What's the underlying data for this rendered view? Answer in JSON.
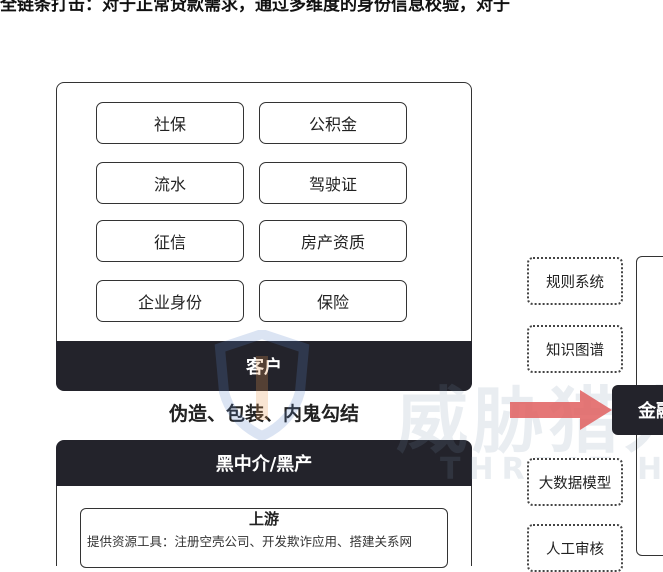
{
  "header": {
    "text": "全链条打击：对于正常贷款需求，通过多维度的身份信息校验，对于"
  },
  "materials": [
    {
      "label": "社保"
    },
    {
      "label": "公积金"
    },
    {
      "label": "流水"
    },
    {
      "label": "驾驶证"
    },
    {
      "label": "征信"
    },
    {
      "label": "房产资质"
    },
    {
      "label": "企业身份"
    },
    {
      "label": "保险"
    }
  ],
  "customer": {
    "label": "客户"
  },
  "fraud_label": "伪造、包装、内鬼勾结",
  "black_intermediary": {
    "label": "黑中介/黑产"
  },
  "upstream": {
    "title": "上游",
    "desc": "提供资源工具：注册空壳公司、开发欺诈应用、搭建关系网"
  },
  "controls": [
    {
      "label": "规则系统"
    },
    {
      "label": "知识图谱"
    },
    {
      "label": "大数据模型"
    },
    {
      "label": "人工审核"
    }
  ],
  "finance": {
    "label": "金融"
  },
  "watermark": {
    "main": "威胁猎人",
    "sub": "THREAT HUNTER"
  }
}
